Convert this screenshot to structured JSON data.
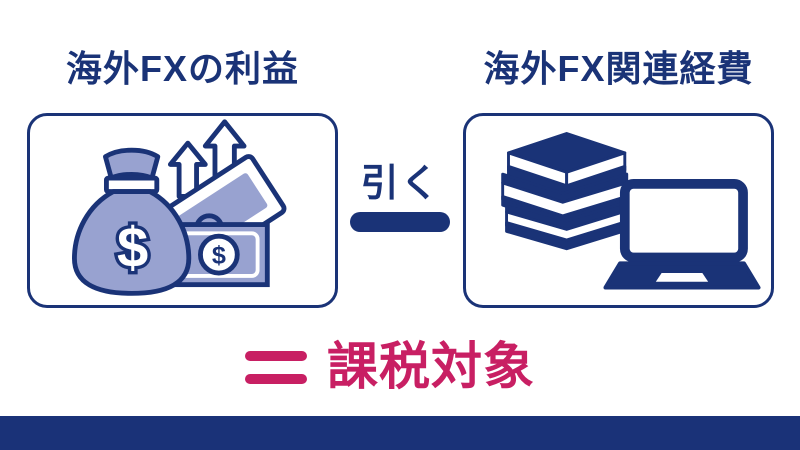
{
  "colors": {
    "navy": "#1a3377",
    "periwinkle": "#98a2d0",
    "accent_pink": "#c81f63",
    "footer_bar": "#1a3278",
    "background": "#ffffff"
  },
  "left_panel": {
    "title": "海外FXの利益",
    "icon": "money-bag-with-rising-arrows-and-banknotes",
    "currency_symbol": "$"
  },
  "right_panel": {
    "title": "海外FX関連経費",
    "icon": "book-stack-and-laptop"
  },
  "operator": {
    "label": "引く",
    "symbol_icon": "minus-bar"
  },
  "result": {
    "symbol_icon": "equals-sign",
    "label": "課税対象"
  }
}
